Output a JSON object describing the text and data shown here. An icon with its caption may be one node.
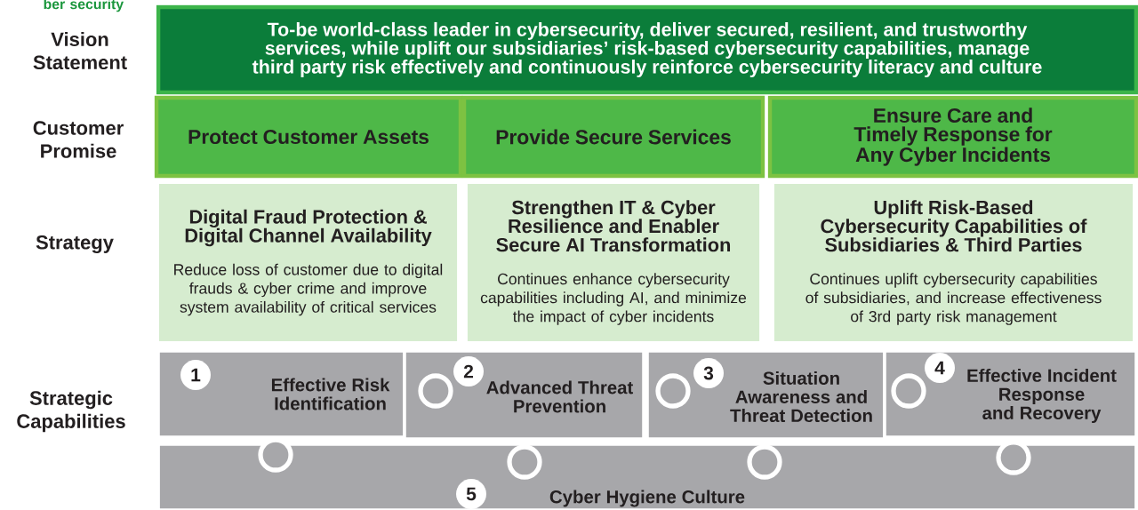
{
  "diagram": {
    "nodes": [
      {
        "text": [
          "To-be world-class leader in cybersecurity, deliver secured, resilient, and trustworthy services, while uplift our subsidiaries’ risk-based cybersecurity capabilities, manage third party risk effectively and continuously reinforce cybersecurity literacy and culture"
        ]
      },
      {
        "text": [
          "Protect Customer Assets"
        ]
      },
      {
        "text": [
          "Provide Secure Services"
        ]
      },
      {
        "text": [
          "Ensure Care and Timely Response for Any Cyber Incidents"
        ]
      },
      {
        "text": [
          "Digital Fraud Protection & Digital Channel Availability",
          "Reduce loss of customer due to digital frauds & cyber crime and improve system availability of critical services"
        ]
      },
      {
        "text": [
          "Strengthen IT & Cyber Resilience and Enabler Secure AI Transformation",
          "Continues enhance cybersecurity capabilities including AI, and minimize the impact of cyber incidents"
        ]
      },
      {
        "text": [
          "Uplift Risk-Based Cybersecurity Capabilities of Subsidiaries & Third Parties",
          "Continues uplift cybersecurity capabilities of subsidiaries, and increase effectiveness of 3rd party risk management"
        ]
      },
      {
        "text": [
          "Effective Risk Identification"
        ]
      },
      {
        "text": [
          "1"
        ],
        "in": 7
      },
      {
        "text": [
          "Advanced Threat Prevention"
        ]
      },
      {
        "text": [
          "2"
        ],
        "in": 9
      },
      {
        "text": [
          "Situation Awareness and Threat Detection"
        ]
      },
      {
        "text": [
          "3"
        ],
        "in": 11
      },
      {
        "text": [
          "Effective Incident Response and Recovery"
        ]
      },
      {
        "text": [
          "4"
        ],
        "in": 13
      },
      {
        "text": [
          "Cyber Hygiene Culture"
        ]
      },
      {
        "text": [
          "5"
        ],
        "in": 15
      }
    ],
    "edges": [],
    "labels": [
      "ber security",
      "Vision Statement",
      "Customer Promise",
      "Strategy",
      "Strategic Capabilities"
    ]
  }
}
